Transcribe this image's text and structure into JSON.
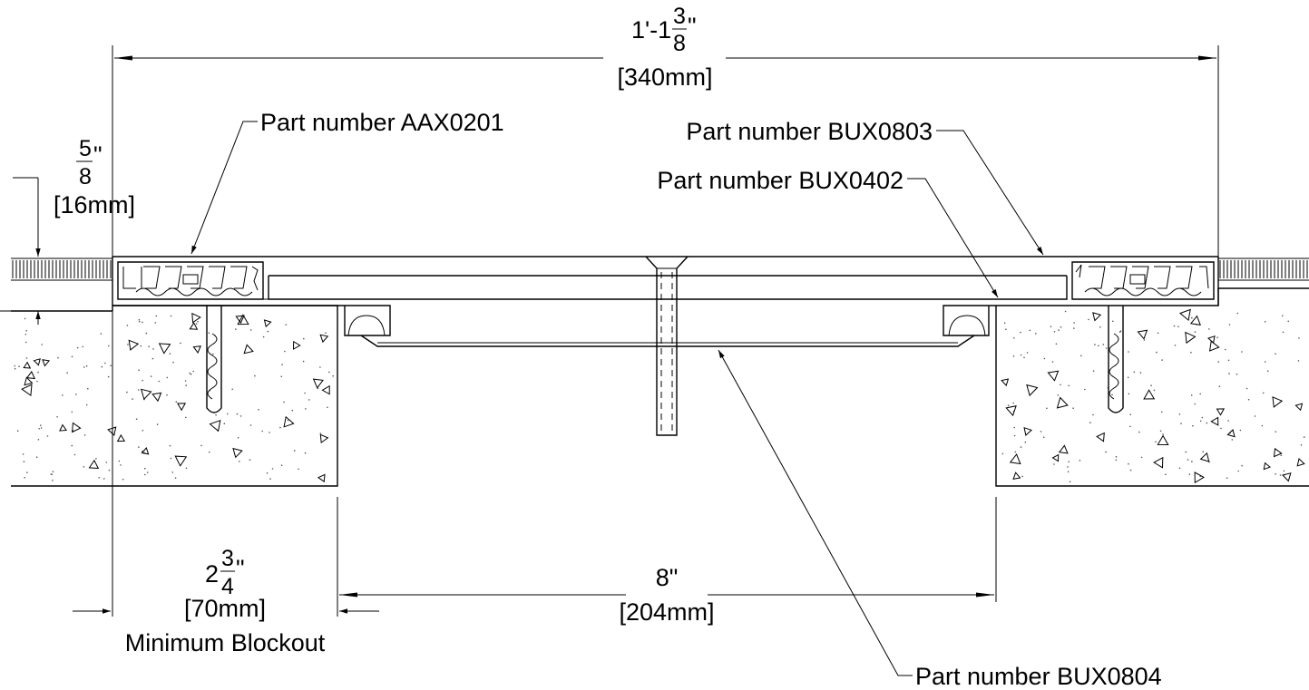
{
  "dimensions": {
    "overall": {
      "whole": "1'-1",
      "numerator": "3",
      "denominator": "8",
      "unit": "\"",
      "metric": "[340mm]"
    },
    "depth": {
      "numerator": "5",
      "denominator": "8",
      "unit": "\"",
      "metric": "[16mm]"
    },
    "blockout": {
      "whole": "2",
      "numerator": "3",
      "denominator": "4",
      "unit": "\"",
      "metric": "[70mm]",
      "caption": "Minimum Blockout"
    },
    "gap": {
      "value": "8\"",
      "metric": "[204mm]"
    }
  },
  "callouts": {
    "aax0201": "Part number AAX0201",
    "bux0803": "Part number BUX0803",
    "bux0402": "Part number BUX0402",
    "bux0804": "Part number BUX0804"
  }
}
